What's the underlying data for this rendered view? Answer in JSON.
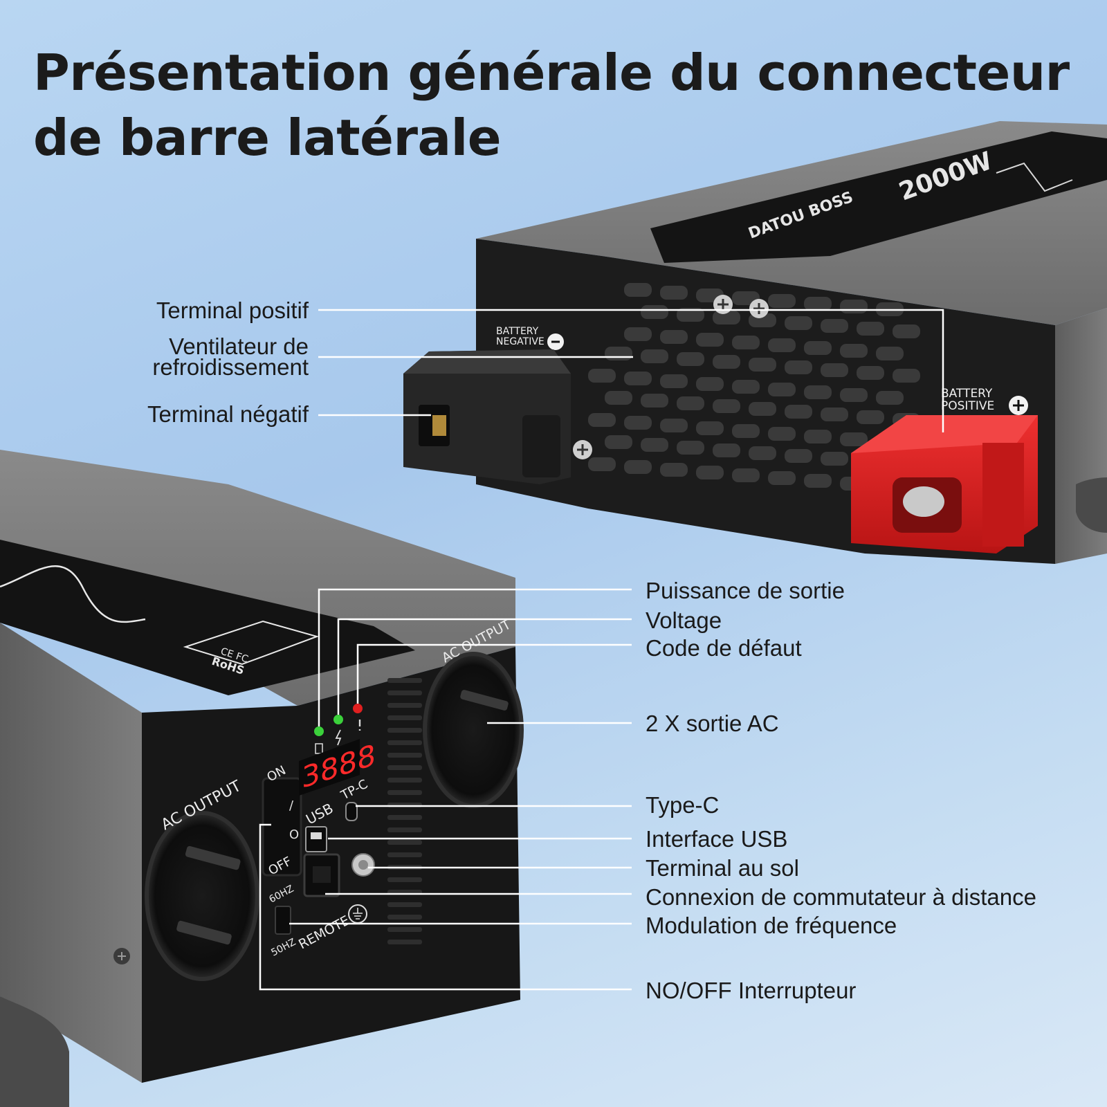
{
  "title": {
    "line1": "Présentation générale du connecteur",
    "line2": "de barre latérale"
  },
  "device_markings": {
    "battery_negative_1": "BATTERY",
    "battery_negative_2": "NEGATIVE",
    "battery_positive_1": "BATTERY",
    "battery_positive_2": "POSITIVE",
    "brand": "DATOU BOSS",
    "power": "2000W",
    "ac_output": "AC OUTPUT",
    "on": "ON",
    "off": "OFF",
    "usb": "USB",
    "tpc": "TP-C",
    "hz60": "60HZ",
    "hz50": "50HZ",
    "remote": "REMOTE",
    "display": "3888",
    "cert_ce": "CE FC",
    "cert_rohs": "RoHS"
  },
  "callouts_left": {
    "terminal_positif": "Terminal positif",
    "ventilateur_1": "Ventilateur de",
    "ventilateur_2": "refroidissement",
    "terminal_negatif": "Terminal négatif"
  },
  "callouts_right": {
    "puissance": "Puissance de sortie",
    "voltage": "Voltage",
    "code_defaut": "Code de défaut",
    "sortie_ac": "2 X sortie AC",
    "type_c": "Type-C",
    "usb": "Interface USB",
    "terminal_sol": "Terminal au sol",
    "commutateur": "Connexion de commutateur à distance",
    "frequence": "Modulation de fréquence",
    "interrupteur": "NO/OFF Interrupteur"
  },
  "colors": {
    "housing": "#7a7a7a",
    "panel": "#151515",
    "red_terminal": "#d81f1f",
    "led_green": "#3bd13b",
    "led_red": "#e02020",
    "digit": "#ff2a2a"
  }
}
